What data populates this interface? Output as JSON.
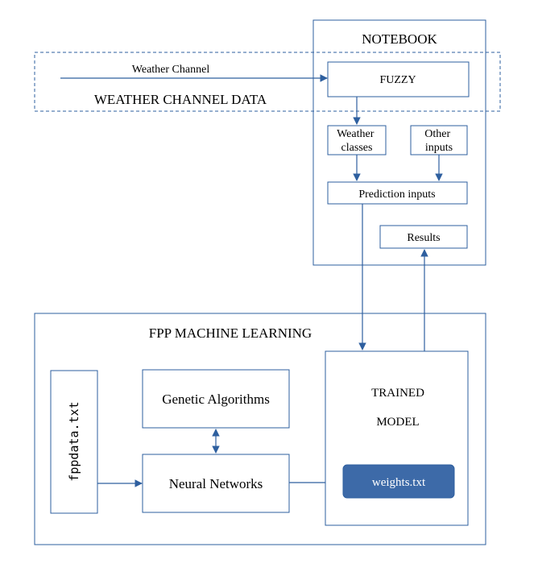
{
  "colors": {
    "stroke": "#2e5f9f",
    "text": "#000000",
    "weights_fill": "#3d6aa8",
    "weights_text": "#ffffff",
    "background": "#ffffff"
  },
  "notebook": {
    "title": "NOTEBOOK",
    "fuzzy": "FUZZY",
    "weather_classes": [
      "Weather",
      "classes"
    ],
    "other_inputs": [
      "Other",
      "inputs"
    ],
    "prediction_inputs": "Prediction inputs",
    "results": "Results"
  },
  "weather_channel": {
    "arrow_label": "Weather Channel",
    "region_label": "WEATHER CHANNEL DATA"
  },
  "fpp_ml": {
    "title": "FPP MACHINE LEARNING",
    "data_file": "fppdata.txt",
    "genetic_algorithms": "Genetic Algorithms",
    "neural_networks": "Neural Networks",
    "trained_model": [
      "TRAINED",
      "MODEL"
    ],
    "weights_file": "weights.txt"
  }
}
